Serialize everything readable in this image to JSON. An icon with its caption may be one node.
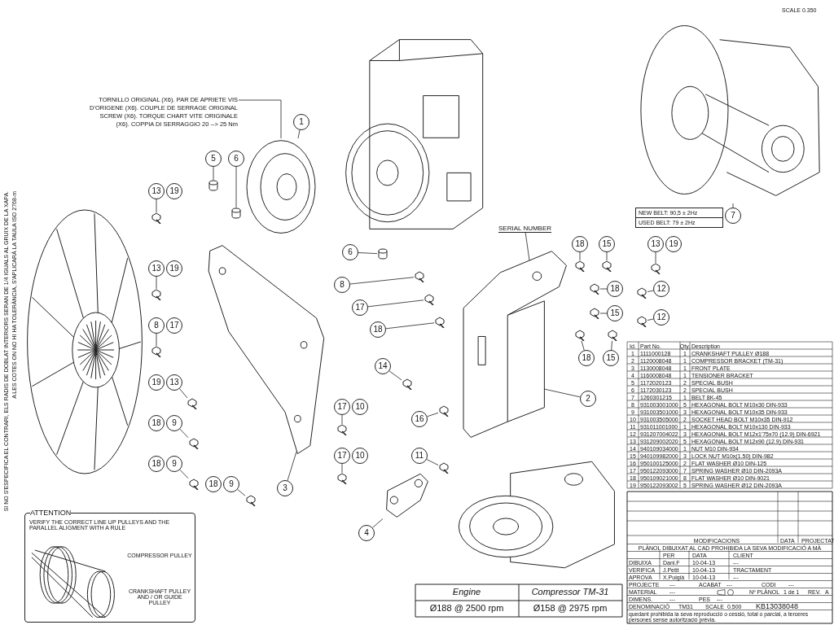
{
  "diagram": {
    "nodes": [
      {
        "text": [
          "TORNILLO ORIGINAL (X6). PAR DE APRIETE VIS D'ORIGENE (X6). COUPLE DE SERRAGE ORIGINAL SCREW (X6). TORQUE CHART VITE ORIGINALE (X6). COPPIA DI SERRAGGIO 20 --> 25 Nm"
        ]
      },
      {
        "text": [],
        "shape": "picture"
      },
      {
        "text": [],
        "shape": "picture"
      },
      {
        "text": [],
        "shape": "picture"
      },
      {
        "text": [],
        "shape": "picture"
      },
      {
        "text": [],
        "shape": "picture"
      },
      {
        "text": [],
        "shape": "picture"
      },
      {
        "text": [],
        "shape": "picture"
      },
      {
        "text": [
          "SERIAL NUMBER"
        ]
      },
      {
        "text": [],
        "shape": "picture",
        "beside": [
          "SCALE 0.350"
        ]
      },
      {
        "text": [
          "7"
        ]
      },
      {
        "text": [
          "ATTENTION",
          "VERIFY THE CORRECT LINE UP PULLEYS AND THE PARALLEL ALIGMENT WITH A RULE",
          "COMPRESSOR PULLEY",
          "CRANKSHAFT PULLEY AND / OR GUIDE PULLEY"
        ]
      },
      {
        "text": [],
        "shape": "picture",
        "in": 11
      },
      {
        "text": [
          "1"
        ]
      },
      {
        "text": [
          "5"
        ]
      },
      {
        "text": [
          "6"
        ]
      },
      {
        "text": [
          "13"
        ]
      },
      {
        "text": [
          "19"
        ]
      },
      {
        "text": [
          "13"
        ]
      },
      {
        "text": [
          "19"
        ]
      },
      {
        "text": [
          "8"
        ]
      },
      {
        "text": [
          "17"
        ]
      },
      {
        "text": [
          "19"
        ]
      },
      {
        "text": [
          "13"
        ]
      },
      {
        "text": [
          "18"
        ]
      },
      {
        "text": [
          "9"
        ]
      },
      {
        "text": [
          "18"
        ]
      },
      {
        "text": [
          "9"
        ]
      },
      {
        "text": [
          "18"
        ]
      },
      {
        "text": [
          "9"
        ]
      },
      {
        "text": [
          "3"
        ]
      },
      {
        "text": [
          "6"
        ]
      },
      {
        "text": [
          "8"
        ]
      },
      {
        "text": [
          "17"
        ]
      },
      {
        "text": [
          "18"
        ]
      },
      {
        "text": [
          "2"
        ]
      },
      {
        "text": [
          "14"
        ]
      },
      {
        "text": [
          "16"
        ]
      },
      {
        "text": [
          "11"
        ]
      },
      {
        "text": [
          "17"
        ]
      },
      {
        "text": [
          "10"
        ]
      },
      {
        "text": [
          "17"
        ]
      },
      {
        "text": [
          "10"
        ]
      },
      {
        "text": [
          "4"
        ]
      },
      {
        "text": [
          "18"
        ]
      },
      {
        "text": [
          "15"
        ]
      },
      {
        "text": [
          "18"
        ]
      },
      {
        "text": [
          "15"
        ]
      },
      {
        "text": [
          "13"
        ]
      },
      {
        "text": [
          "19"
        ]
      },
      {
        "text": [
          "12"
        ]
      },
      {
        "text": [
          "12"
        ]
      },
      {
        "text": [
          "18"
        ]
      },
      {
        "text": [
          "15"
        ]
      },
      {
        "text": [],
        "shape": "cylinder"
      },
      {
        "text": [],
        "shape": "cylinder"
      },
      {
        "text": [],
        "shape": "bolt"
      },
      {
        "text": [],
        "shape": "bolt"
      },
      {
        "text": [],
        "shape": "bolt"
      },
      {
        "text": [],
        "shape": "bolt"
      },
      {
        "text": [],
        "shape": "bolt"
      },
      {
        "text": [],
        "shape": "bolt"
      },
      {
        "text": [],
        "shape": "bolt"
      },
      {
        "text": [],
        "shape": "cylinder"
      },
      {
        "text": [],
        "shape": "bolt"
      },
      {
        "text": [],
        "shape": "bolt"
      },
      {
        "text": [],
        "shape": "bolt"
      },
      {
        "text": [],
        "shape": "bolt"
      },
      {
        "text": [],
        "shape": "bolt"
      },
      {
        "text": [],
        "shape": "bolt"
      },
      {
        "text": [],
        "shape": "bolt"
      },
      {
        "text": [],
        "shape": "bolt"
      },
      {
        "text": [],
        "shape": "bolt"
      },
      {
        "text": [],
        "shape": "bolt"
      },
      {
        "text": [],
        "shape": "bolt"
      },
      {
        "text": [],
        "shape": "bolt"
      },
      {
        "text": [],
        "shape": "bolt"
      },
      {
        "text": [],
        "shape": "bolt"
      },
      {
        "text": [],
        "shape": "bolt"
      },
      {
        "text": [],
        "shape": "bolt"
      },
      {
        "text": [],
        "shape": "bolt"
      }
    ],
    "edges": [
      {
        "from": 0,
        "to": 3,
        "arrow": "none"
      },
      {
        "from": 8,
        "to": 5,
        "arrow": "none"
      },
      {
        "from": 10,
        "to": 9,
        "arrow": "none"
      },
      {
        "from": 13,
        "to": 3,
        "arrow": "none"
      },
      {
        "from": 14,
        "to": 54,
        "arrow": "none"
      },
      {
        "from": 15,
        "to": 55,
        "arrow": "none"
      },
      {
        "from": 16,
        "to": 56,
        "arrow": "none"
      },
      {
        "from": 18,
        "to": 57,
        "arrow": "none"
      },
      {
        "from": 20,
        "to": 58,
        "arrow": "none"
      },
      {
        "from": 23,
        "to": 59,
        "arrow": "none"
      },
      {
        "from": 25,
        "to": 60,
        "arrow": "none"
      },
      {
        "from": 27,
        "to": 61,
        "arrow": "none"
      },
      {
        "from": 29,
        "to": 62,
        "arrow": "none"
      },
      {
        "from": 30,
        "to": 4,
        "arrow": "none"
      },
      {
        "from": 31,
        "to": 63,
        "arrow": "none"
      },
      {
        "from": 32,
        "to": 64,
        "arrow": "none"
      },
      {
        "from": 33,
        "to": 65,
        "arrow": "none"
      },
      {
        "from": 34,
        "to": 66,
        "arrow": "none"
      },
      {
        "from": 35,
        "to": 5,
        "arrow": "none"
      },
      {
        "from": 36,
        "to": 67,
        "arrow": "none"
      },
      {
        "from": 37,
        "to": 68,
        "arrow": "none"
      },
      {
        "from": 38,
        "to": 69,
        "arrow": "none"
      },
      {
        "from": 39,
        "to": 70,
        "arrow": "none"
      },
      {
        "from": 41,
        "to": 71,
        "arrow": "none"
      },
      {
        "from": 43,
        "to": 6,
        "arrow": "none"
      },
      {
        "from": 44,
        "to": 72,
        "arrow": "none"
      },
      {
        "from": 45,
        "to": 73,
        "arrow": "none"
      },
      {
        "from": 46,
        "to": 74,
        "arrow": "none"
      },
      {
        "from": 47,
        "to": 75,
        "arrow": "none"
      },
      {
        "from": 48,
        "to": 76,
        "arrow": "none"
      },
      {
        "from": 50,
        "to": 77,
        "arrow": "none"
      },
      {
        "from": 51,
        "to": 78,
        "arrow": "none"
      },
      {
        "from": 52,
        "to": 79,
        "arrow": "none"
      },
      {
        "from": 53,
        "to": 80,
        "arrow": "none"
      }
    ],
    "labels": [
      "SI NO S'ESPECIFICA EL CONTRARI, ELS RADIS DE DOBLAT INTERIORS SERAN DE 1/4 IGUALS AL GRUIX DE LA XAPA.",
      "A LES COTES ON NO HI HA TOLERÀNCIA, S'APLICARÀ LA TAULA ISO 2768-m",
      "NEW BELT: 90,5 ± 2Hz",
      "USED BELT: 79 ± 2Hz",
      "Id.",
      "Part No.",
      "Qty.",
      "Description",
      "1",
      "1111000128",
      "1",
      "CRANKSHAFT PULLEY Ø188",
      "2",
      "1120008048",
      "1",
      "COMPRESSOR BRACKET (TM-31)",
      "3",
      "1130008048",
      "1",
      "FRONT PLATE",
      "4",
      "1160008048",
      "1",
      "TENSIONER BRACKET",
      "5",
      "1172020123",
      "2",
      "SPECIAL BUSH",
      "6",
      "1172030123",
      "2",
      "SPECIAL BUSH",
      "7",
      "1260301215",
      "1",
      "BELT 8K-45",
      "8",
      "931003001000",
      "5",
      "HEXAGONAL BOLT M10x30 DIN-933",
      "9",
      "931003501000",
      "3",
      "HEXAGONAL BOLT M10x35 DIN-933",
      "10",
      "931003505000",
      "2",
      "SOCKET HEAD BOLT M10x35 DIN-912",
      "11",
      "931011001000",
      "1",
      "HEXAGONAL BOLT M10x130 DIN-933",
      "12",
      "931207004022",
      "3",
      "HEXAGONAL BOLT M12x1'75x70 (12.9) DIN-6921",
      "13",
      "931209002020",
      "5",
      "HEXAGONAL BOLT M12x90 (12.9) DIN-931",
      "14",
      "940109034000",
      "1",
      "NUT M10 DIN-934",
      "15",
      "940109982000",
      "3",
      "LOCK NUT M10x(1.50) DIN-982",
      "16",
      "950100125000",
      "2",
      "FLAT WASHER Ø10 DIN-125",
      "17",
      "950122093000",
      "7",
      "SPRING WASHER Ø10 DIN-2093A",
      "18",
      "950109021000",
      "8",
      "FLAT WASHER Ø10 DIN-9021",
      "19",
      "950122093002",
      "5",
      "SPRING WASHER Ø12 DIN-2093A",
      "Engine",
      "Compressor TM-31",
      "Ø188 @ 2500 rpm",
      "Ø158 @ 2975 rpm",
      "MODIFICACIONS",
      "DATA",
      "PROJECTAT",
      "PLÀNOL DIBUIXAT AL CAD PROHIBIDA LA SEVA MODIFICACIÓ A MÀ",
      "PER",
      "DATA",
      "CLIENT",
      "DIBUIXA",
      "Dani.F",
      "10-04-13",
      "---",
      "VERIFICA",
      "J.Petit",
      "10-04-13",
      "TRACTAMENT",
      "APROVA",
      "X.Puigià",
      "10-04-13",
      "---",
      "PROJECTE",
      "---",
      "ACABAT",
      "---",
      "CODI",
      "---",
      "MATERIAL",
      "---",
      "Nº PLÀNOL",
      "1 de 1",
      "REV.",
      "A",
      "DIMENS.",
      "---",
      "PES",
      "---",
      "DENOMINACIÓ",
      "TM31",
      "SCALE",
      "0.500",
      "KB13038048",
      "quedant prohibida la seva reproducció o cessió, total o parcial, a terceres persones sense autorització prèvia."
    ]
  }
}
